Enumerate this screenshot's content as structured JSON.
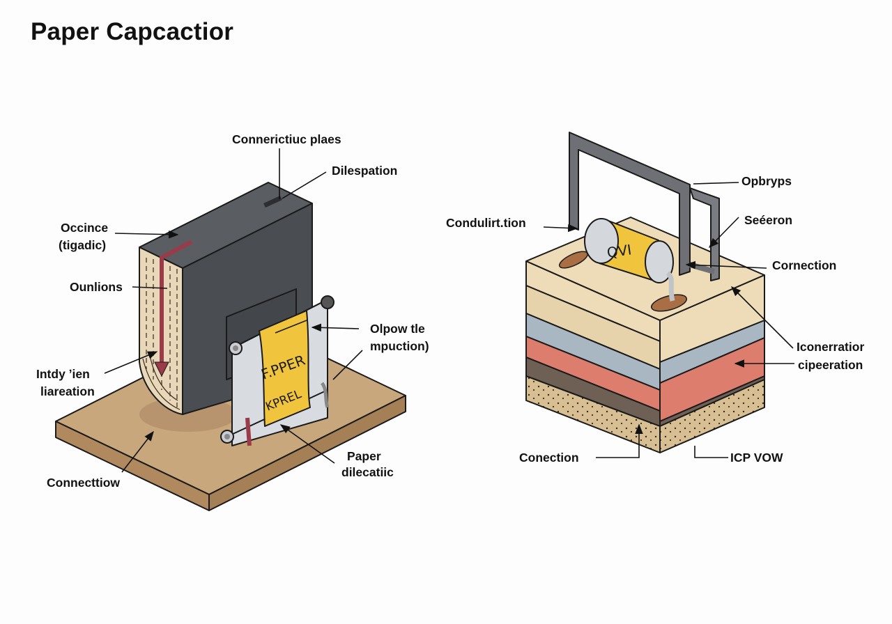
{
  "title": "Paper Capcactior",
  "colors": {
    "casing": "#4a4d52",
    "casing_top": "#5a5d62",
    "paper_roll": "#e8d7b8",
    "arrow_red": "#9b3a48",
    "base_board": "#c9a77c",
    "label_yellow": "#f0c43c",
    "metal": "#d4d7dc",
    "layer_cream": "#eddcb7",
    "layer_blue": "#a9b7c2",
    "layer_red": "#dc7d6e",
    "layer_brown": "#6e6055",
    "layer_sand": "#d7bf93",
    "frame_gray": "#6e7075",
    "copper_pad": "#a96e43"
  },
  "left_figure": {
    "labels": {
      "top": "Connerictiuc plaes",
      "top_right": "Dilespation",
      "casing": [
        "Occince",
        "(tigadic)"
      ],
      "layers": "Ounlions",
      "inner": [
        "Intdy ʼien",
        "liareation"
      ],
      "base": "Connecttiow",
      "roller": [
        "Olpow tle",
        "mpuction)"
      ],
      "dielectric": [
        "Paper",
        "dilecatiic"
      ]
    },
    "paper_sheet_text": [
      "F.PPER",
      "KPREL"
    ]
  },
  "right_figure": {
    "labels": {
      "conduction": "Condulirt.tion",
      "frame": "Opbryps",
      "side": "Seéeron",
      "connection_top": "Cornection",
      "layer_group": [
        "Iconerratior",
        "cipeeration"
      ],
      "connection_bottom": "Conection",
      "bottom_right": "ICP VOW"
    },
    "cylinder_text": "QVI"
  }
}
